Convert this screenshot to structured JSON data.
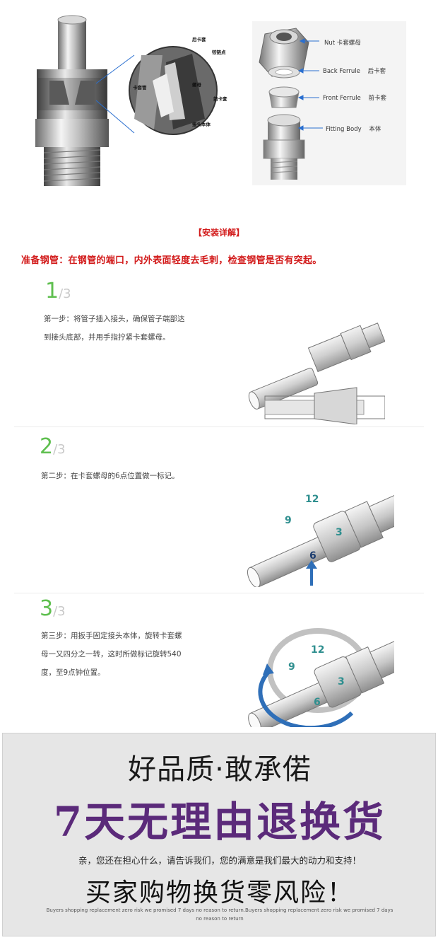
{
  "diagram": {
    "lens_labels": [
      "后卡套",
      "铰链点",
      "卡套管",
      "螺母",
      "前卡套",
      "接头本体"
    ],
    "exploded_labels": [
      {
        "en": "Nut",
        "cn": "卡套螺母"
      },
      {
        "en": "Back Ferrule",
        "cn": "后卡套"
      },
      {
        "en": "Front Ferrule",
        "cn": "前卡套"
      },
      {
        "en": "Fitting Body",
        "cn": "本体"
      }
    ]
  },
  "install": {
    "heading": "【安装详解】",
    "prep": "准备钢管：在钢管的端口，内外表面轻度去毛刺，检查钢管是否有突起。"
  },
  "steps": [
    {
      "num": "1",
      "total": "/3",
      "line1": "第一步：将管子插入接头，确保管子端部达",
      "line2": "到接头底部，并用手指拧紧卡套螺母。",
      "line3": ""
    },
    {
      "num": "2",
      "total": "/3",
      "line1": "第二步：在卡套螺母的6点位置做一标记。",
      "line2": "",
      "line3": ""
    },
    {
      "num": "3",
      "total": "/3",
      "line1": "第三步：用扳手固定接头本体，旋转卡套螺",
      "line2": "母一又四分之一转，这时所做标记旋转540",
      "line3": "度，至9点钟位置。"
    }
  ],
  "clock_marks": {
    "twelve": "12",
    "nine": "9",
    "three": "3",
    "six": "6"
  },
  "banner": {
    "line1": "好品质·敢承偌",
    "line2": "7天无理由退换货",
    "line3": "亲，您还在担心什么，请告诉我们，您的满意是我们最大的动力和支持！",
    "line4": "买家购物换货零风险！",
    "line5": "Buyers shopping replacement zero risk we promised 7 days no reason to return.Buyers shopping replacement zero risk we promised 7 days no reason to return"
  },
  "colors": {
    "accent_red": "#d21a1a",
    "step_green": "#5fbf4f",
    "banner_purple": "#5b2a7a",
    "arrow_blue": "#2f6fb8"
  }
}
